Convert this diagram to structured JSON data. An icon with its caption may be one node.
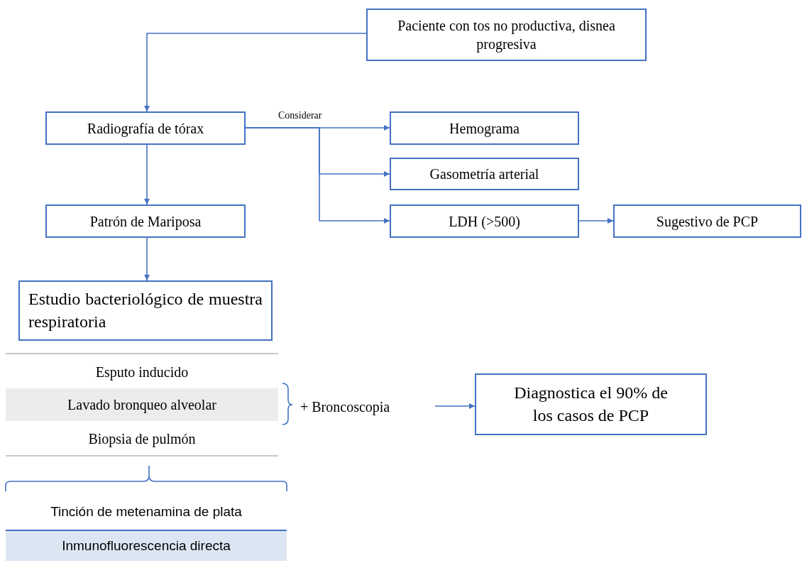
{
  "diagram": {
    "nodes": [
      {
        "text": [
          "Paciente con tos no productiva, disnea progresiva"
        ]
      },
      {
        "text": [
          "Radiografía de tórax"
        ]
      },
      {
        "text": [
          "Hemograma"
        ]
      },
      {
        "text": [
          "Gasometría arterial"
        ]
      },
      {
        "text": [
          "LDH (>500)"
        ]
      },
      {
        "text": [
          "Sugestivo de PCP"
        ]
      },
      {
        "text": [
          "Patrón de Mariposa"
        ]
      },
      {
        "text": [
          "Estudio bacteriológico de muestra respiratoria"
        ]
      },
      {
        "text": [
          "Esputo inducido"
        ]
      },
      {
        "text": [
          "Lavado bronqueo alveolar"
        ]
      },
      {
        "text": [
          "+ Broncoscopia"
        ]
      },
      {
        "text": [
          "Diagnostica el 90% de los casos de PCP"
        ]
      },
      {
        "text": [
          "Biopsia de pulmón"
        ]
      },
      {
        "text": [
          "Tinción de metenamina de plata"
        ]
      },
      {
        "text": [
          "Inmunofluorescencia directa"
        ]
      }
    ],
    "edges": [
      {
        "from": 0,
        "to": 1,
        "arrow": "to"
      },
      {
        "from": 1,
        "to": 2,
        "arrow": "to",
        "label": "Considerar"
      },
      {
        "from": 1,
        "to": 3,
        "arrow": "to"
      },
      {
        "from": 1,
        "to": 4,
        "arrow": "to"
      },
      {
        "from": 4,
        "to": 5,
        "arrow": "to"
      },
      {
        "from": 1,
        "to": 6,
        "arrow": "to"
      },
      {
        "from": 6,
        "to": 7,
        "arrow": "to"
      },
      {
        "from": 10,
        "to": 11,
        "arrow": "to"
      }
    ]
  }
}
